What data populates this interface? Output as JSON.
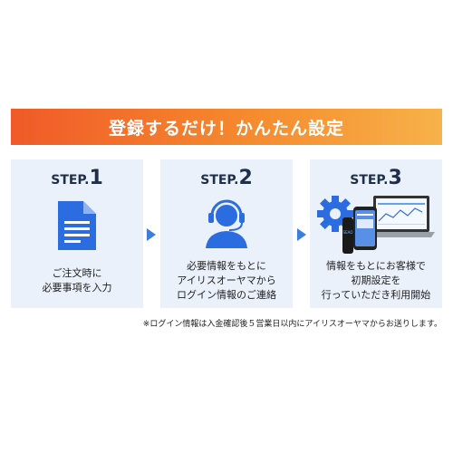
{
  "banner": {
    "title": "登録するだけ！かんたん設定"
  },
  "steps": [
    {
      "label": "STEP.",
      "number": "1",
      "lines": [
        "ご注文時に",
        "必要事項を入力"
      ],
      "icon": "document-icon"
    },
    {
      "label": "STEP.",
      "number": "2",
      "lines": [
        "必要情報をもとに",
        "アイリスオーヤマから",
        "ログイン情報のご連絡"
      ],
      "icon": "headset-operator-icon"
    },
    {
      "label": "STEP.",
      "number": "3",
      "lines": [
        "情報をもとにお客様で",
        "初期設定を",
        "行っていただき利用開始"
      ],
      "icon": "gear-devices-icon"
    }
  ],
  "device_screen_text": "SEAO",
  "note": "※ログイン情報は入金確認後５営業日以内にアイリスオーヤマからお送りします。",
  "colors": {
    "accent_orange": "#f05a28",
    "icon_blue": "#2b6de0",
    "card_bg": "#eaf1fb"
  }
}
